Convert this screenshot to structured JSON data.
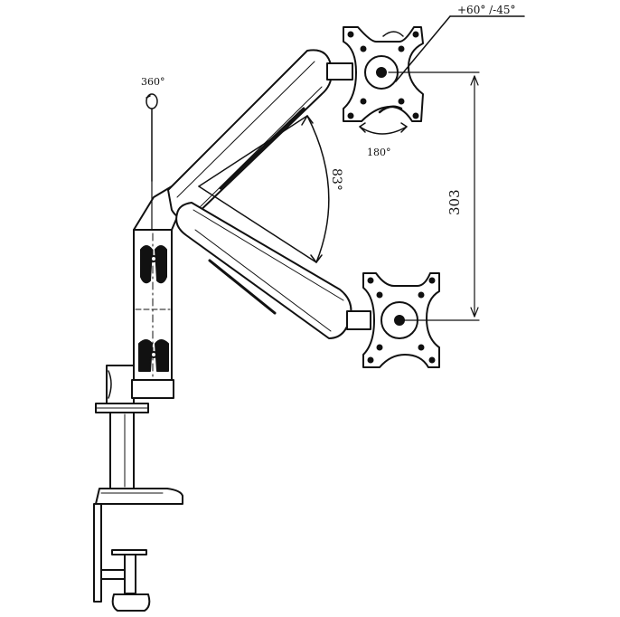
{
  "annotations": {
    "rotation_360": "360°",
    "tilt": "+60° /-45°",
    "swivel_180": "180°",
    "arm_angle": "83°",
    "height_303": "303"
  }
}
